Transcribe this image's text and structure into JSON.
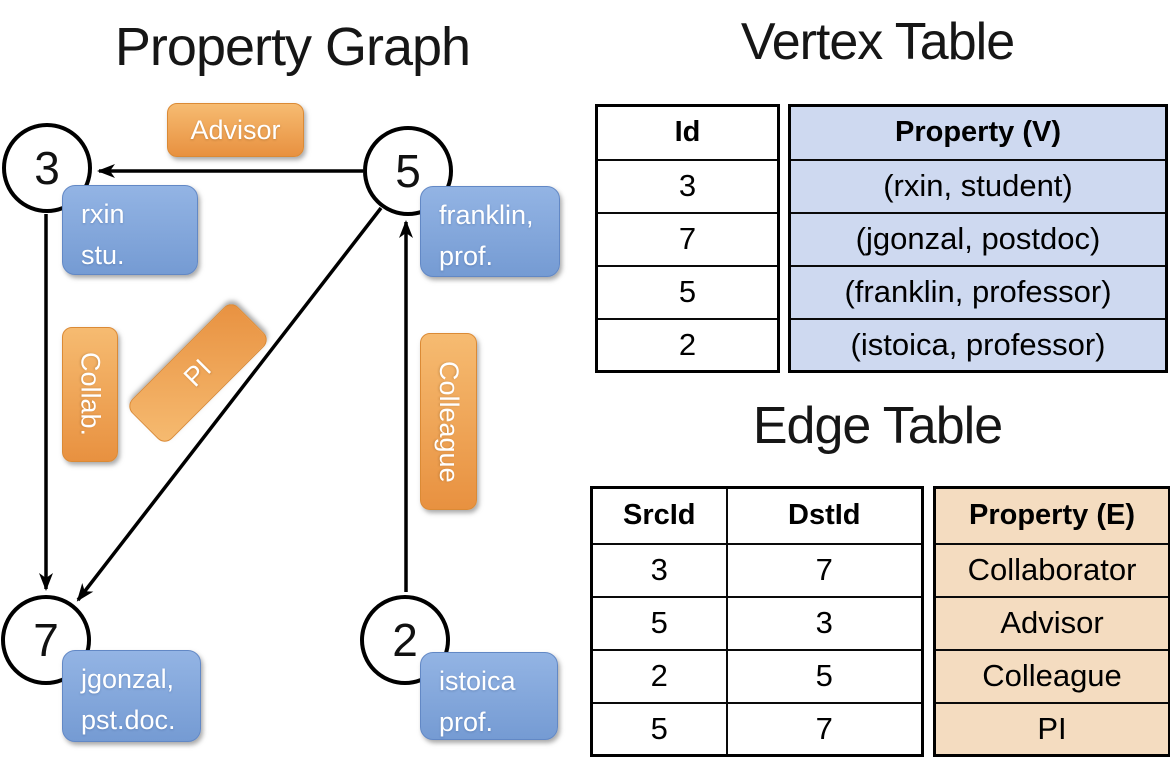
{
  "graph": {
    "title": "Property Graph",
    "vertices": [
      {
        "id": "3",
        "label": "rxin\nstu."
      },
      {
        "id": "5",
        "label": "franklin,\nprof."
      },
      {
        "id": "7",
        "label": "jgonzal,\npst.doc."
      },
      {
        "id": "2",
        "label": "istoica\nprof."
      }
    ],
    "edge_labels": {
      "advisor": "Advisor",
      "collab": "Collab.",
      "pi": "PI",
      "colleague": "Colleague"
    }
  },
  "vertex_table": {
    "title": "Vertex Table",
    "headers": [
      "Id",
      "Property (V)"
    ],
    "rows": [
      [
        "3",
        "(rxin, student)"
      ],
      [
        "7",
        "(jgonzal, postdoc)"
      ],
      [
        "5",
        "(franklin, professor)"
      ],
      [
        "2",
        "(istoica, professor)"
      ]
    ]
  },
  "edge_table": {
    "title": "Edge Table",
    "headers": [
      "SrcId",
      "DstId",
      "Property (E)"
    ],
    "rows": [
      [
        "3",
        "7",
        "Collaborator"
      ],
      [
        "5",
        "3",
        "Advisor"
      ],
      [
        "2",
        "5",
        "Colleague"
      ],
      [
        "5",
        "7",
        "PI"
      ]
    ]
  },
  "colors": {
    "edge_pill": "#e89140",
    "vertex_pill": "#7ba1d8",
    "vertex_property_cell": "#ced9f0",
    "edge_property_cell": "#f4dcc0",
    "line": "#000000"
  }
}
